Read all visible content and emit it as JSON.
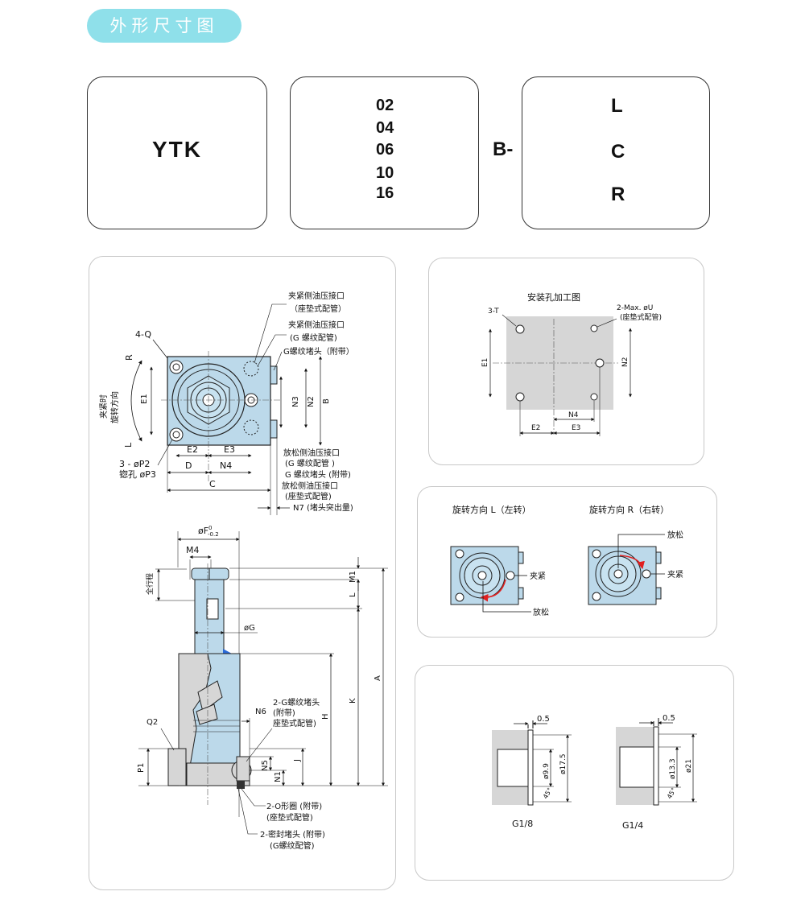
{
  "header": {
    "title": "外形尺寸图"
  },
  "model_code": {
    "series": "YTK",
    "sizes": [
      "02",
      "04",
      "06",
      "10",
      "16"
    ],
    "separator": "B-",
    "directions": [
      "L",
      "C",
      "R"
    ]
  },
  "main_drawing": {
    "top_view": {
      "q_label": "4-Q",
      "callouts": [
        "夹紧侧油压接口",
        "（座垫式配管）",
        "夹紧侧油压接口",
        "(G 螺纹配管)",
        "G螺纹堵头（附带）"
      ],
      "release_callouts": [
        "放松侧油压接口",
        "(G 螺纹配管 )",
        "G 螺纹堵头 (附带)",
        "放松侧油压接口",
        "(座垫式配管)"
      ],
      "n7": "N7 (堵头突出量)",
      "rotation": {
        "r": "R",
        "l": "L",
        "text1": "夹紧时",
        "text2": "旋转方向"
      },
      "dims": {
        "e1": "E1",
        "n3": "N3",
        "n2": "N2",
        "b": "B",
        "e2": "E2",
        "e3": "E3",
        "d": "D",
        "n4": "N4",
        "c": "C"
      },
      "p_label1": "3 - øP2",
      "p_label2": "锪孔 øP3"
    },
    "side_view": {
      "f_label": "øF",
      "f_tol": "-0.2",
      "f_tol0": "0",
      "m4": "M4",
      "stroke": "全行程",
      "m1": "M1",
      "l": "L",
      "g": "øG",
      "a": "A",
      "k": "K",
      "h": "H",
      "q2": "Q2",
      "p1": "P1",
      "n6": "N6",
      "n5": "N5",
      "n1": "N1",
      "j": "J",
      "plug_callout": [
        "2-G螺纹堵头",
        "(附带)",
        "座垫式配管)"
      ],
      "oring_callout": [
        "2-O形圈 (附带)",
        "(座垫式配管)"
      ],
      "seal_callout": [
        "2-密封堵头 (附带)",
        "(G螺纹配管)"
      ]
    }
  },
  "mounting": {
    "title": "安装孔加工图",
    "t_label": "3-T",
    "u_label": "2-Max. øU",
    "u_sub": "(座垫式配管)",
    "e1": "E1",
    "n2": "N2",
    "n4": "N4",
    "e2": "E2",
    "e3": "E3"
  },
  "rotation_panel": {
    "left_title": "旋转方向 L（左转）",
    "right_title": "旋转方向 R（右转）",
    "clamp": "夹紧",
    "release": "放松"
  },
  "ports": {
    "g18": {
      "label": "G1/8",
      "w": "0.5",
      "d1": "ø9.9",
      "d2": "ø17.5",
      "angle": "45°"
    },
    "g14": {
      "label": "G1/4",
      "w": "0.5",
      "d1": "ø13.3",
      "d2": "ø21",
      "angle": "45°"
    }
  },
  "colors": {
    "accent": "#8fe0ea",
    "part_blue": "#bcd9ea",
    "part_gray": "#d6d6d6",
    "arrow_red": "#e02020",
    "blue_mark": "#2a6ad8"
  }
}
